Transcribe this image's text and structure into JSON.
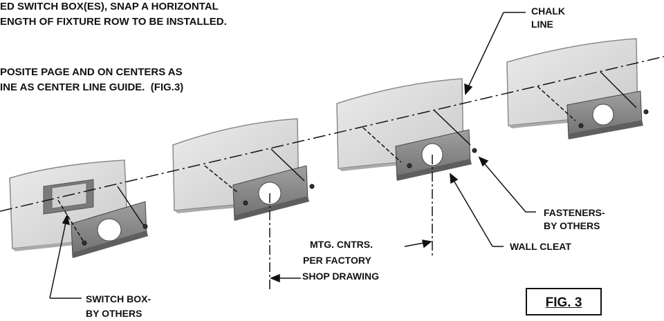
{
  "instructions": {
    "line1": "ED SWITCH BOX(ES), SNAP A HORIZONTAL",
    "line2": "ENGTH OF FIXTURE ROW TO BE INSTALLED.",
    "line3": "POSITE PAGE AND ON CENTERS AS",
    "line4": "INE AS CENTER LINE GUIDE.  (FIG.3)"
  },
  "callouts": {
    "chalk_line_1": "CHALK",
    "chalk_line_2": "LINE",
    "fasteners_1": "FASTENERS-",
    "fasteners_2": "BY OTHERS",
    "wall_cleat": "WALL CLEAT",
    "mtg_1": "MTG. CNTRS.",
    "mtg_2": "PER FACTORY",
    "mtg_3": "SHOP DRAWING",
    "switch_box_1": "SWITCH BOX-",
    "switch_box_2": "BY OTHERS"
  },
  "figure_label": "FIG. 3",
  "colors": {
    "panel": "#d8d8d8",
    "panel_edge": "#8a8a8a",
    "cleat": "#8c8c8c",
    "ink": "#111111"
  }
}
